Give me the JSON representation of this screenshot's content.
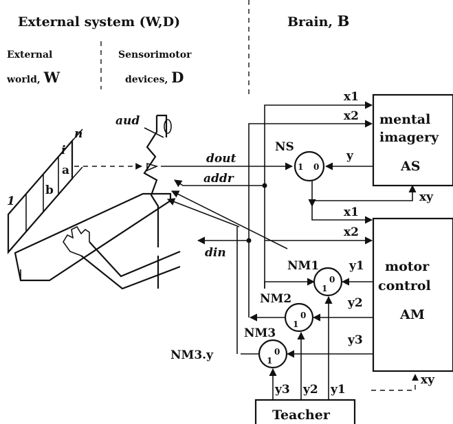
{
  "headers": {
    "external_system": "External system (W,D)",
    "brain_prefix": "Brain, ",
    "brain_letter": "B",
    "external_world_line1": "External",
    "external_world_line2": "world, ",
    "external_world_letter": "W",
    "sensorimotor_line1": "Sensorimotor",
    "sensorimotor_line2": "devices, ",
    "sensorimotor_letter": "D"
  },
  "world": {
    "tape_index_n": "n",
    "tape_index_i": "i",
    "tape_index_1": "1",
    "cell_a": "a",
    "cell_b": "b"
  },
  "device_labels": {
    "aud": "aud",
    "dout": "dout",
    "addr": "addr",
    "din": "din"
  },
  "blocks": {
    "as_line1": "mental",
    "as_line2": "imagery",
    "as_line3": "AS",
    "am_line1": "motor",
    "am_line2": "control",
    "am_line3": "AM",
    "teacher": "Teacher"
  },
  "nodes": {
    "ns": "NS",
    "nm1": "NM1",
    "nm2": "NM2",
    "nm3": "NM3",
    "nm3_out": "NM3.y",
    "gate_one": "1",
    "gate_zero": "0"
  },
  "signals": {
    "x1": "x1",
    "x2": "x2",
    "y": "y",
    "xy": "xy",
    "y1": "y1",
    "y2": "y2",
    "y3": "y3"
  }
}
